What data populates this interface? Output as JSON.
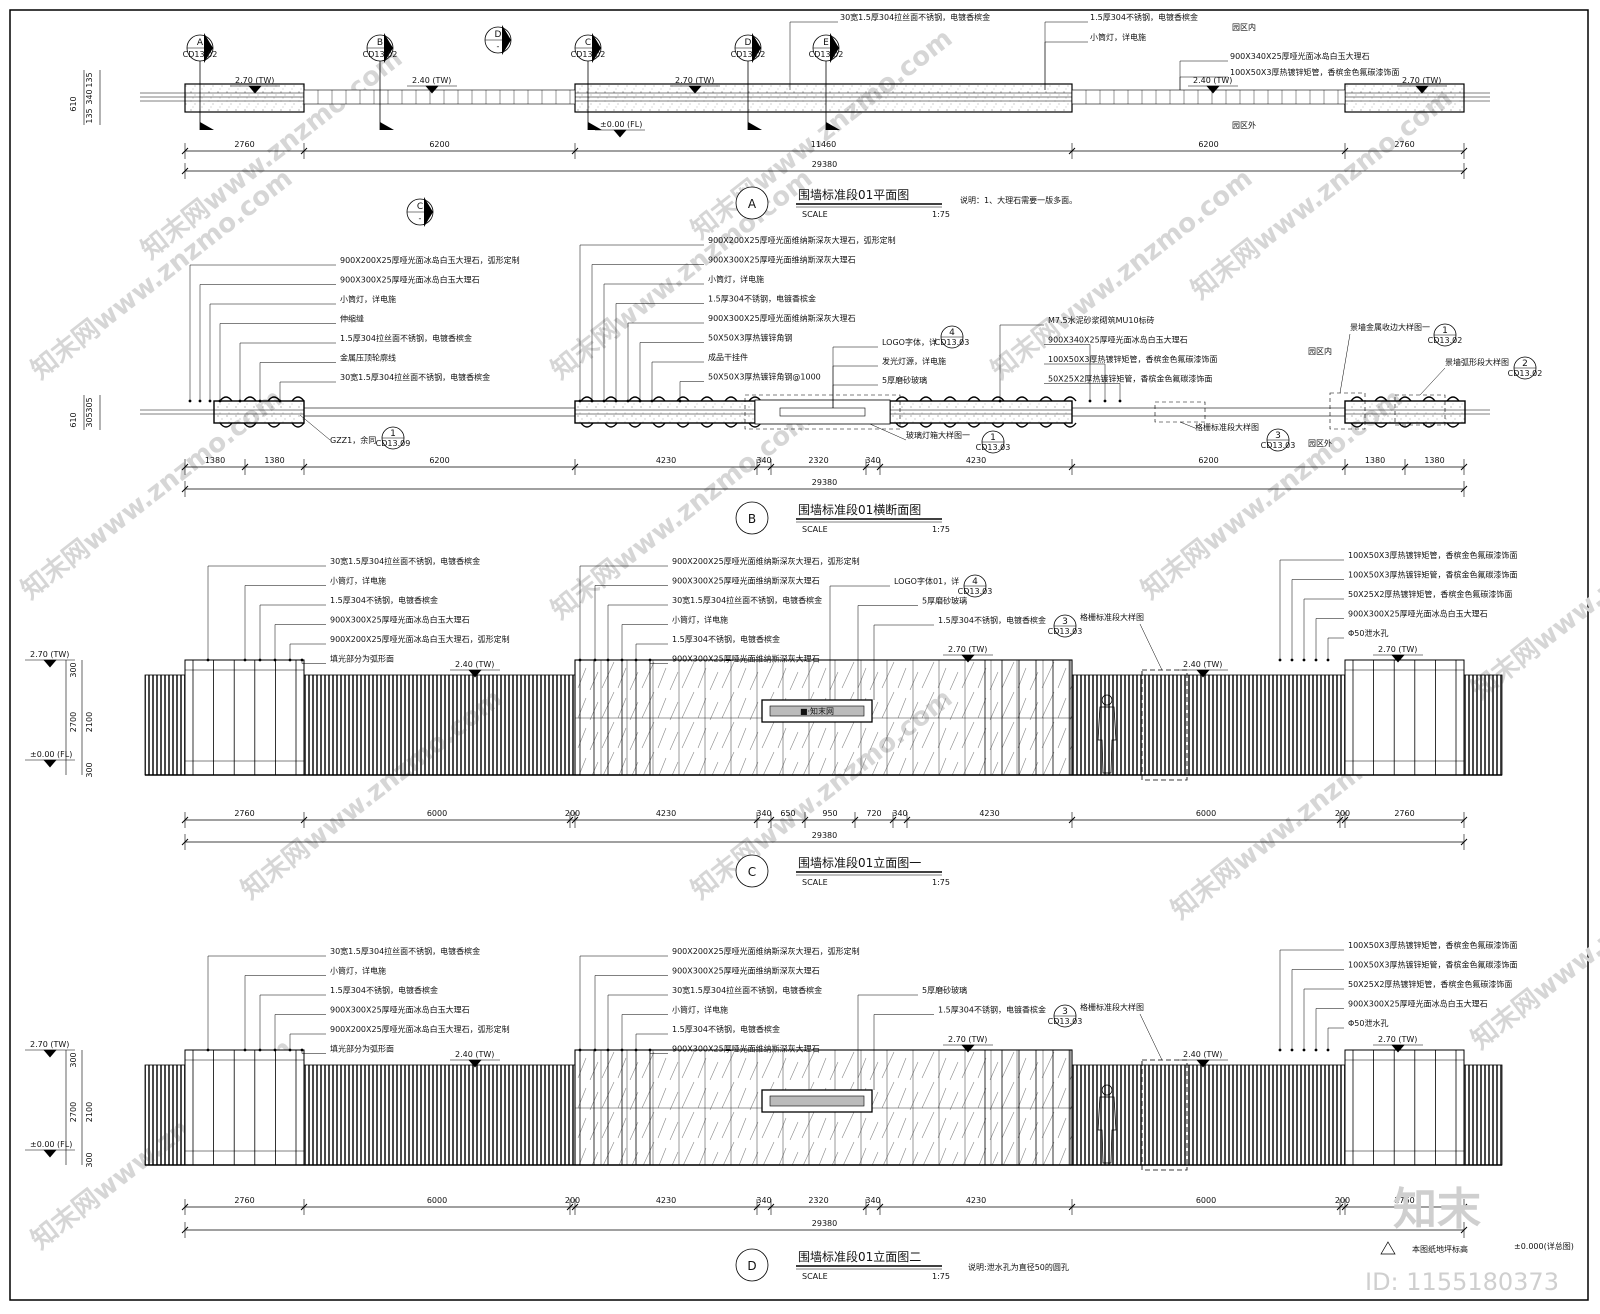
{
  "sheet": {
    "watermark_text": "知末网www.znzmo.com",
    "logo_text": "知末",
    "id_text": "ID: 1155180373",
    "scale_word": "SCALE",
    "scale_value": "1:75",
    "corner_note_1": "本图纸地坪标高",
    "corner_note_2": "±0.000(详总图)"
  },
  "plan_a": {
    "letter": "A",
    "title": "围墙标准段01平面图",
    "note": "说明：1、大理石需要一版多面。",
    "level_labels": [
      "2.70 (TW)",
      "2.40 (TW)",
      "2.70 (TW)",
      "2.40 (TW)",
      "2.70 (TW)"
    ],
    "fl_label": "±0.00 (FL)",
    "left_dims": [
      "610",
      "135",
      "340",
      "135"
    ],
    "seg_dims": [
      "2760",
      "6200",
      "11460",
      "6200",
      "2760"
    ],
    "total_dim": "29380",
    "side_labels": [
      "园区内",
      "园区外"
    ],
    "section_marks": [
      {
        "letter": "A",
        "ref": "CD13.02"
      },
      {
        "letter": "B",
        "ref": "CD13.02"
      },
      {
        "letter": "D",
        "ref": "-"
      },
      {
        "letter": "C",
        "ref": "CD13.02"
      },
      {
        "letter": "D",
        "ref": "CD13.02"
      },
      {
        "letter": "E",
        "ref": "CD13.02"
      }
    ],
    "callouts": [
      "30宽1.5厚304拉丝面不锈钢，电镀香槟金",
      "1.5厚304不锈钢，电镀香槟金",
      "小筒灯，详电施",
      "900X340X25厚哑光面冰岛白玉大理石",
      "100X50X3厚热镀锌矩管，香槟金色氟碳漆饰面"
    ]
  },
  "section_b": {
    "letter": "B",
    "title": "围墙标准段01横断面图",
    "left_dims": [
      "610",
      "305",
      "305"
    ],
    "seg_dims": [
      "1380",
      "1380",
      "6200",
      "4230",
      "340",
      "2320",
      "340",
      "4230",
      "6200",
      "1380",
      "1380"
    ],
    "total_dim": "29380",
    "top_mark": {
      "letter": "C",
      "ref": "-"
    },
    "callouts_left": [
      "900X200X25厚哑光面冰岛白玉大理石，弧形定制",
      "900X300X25厚哑光面冰岛白玉大理石",
      "小筒灯，详电施",
      "伸缩缝",
      "1.5厚304拉丝面不锈钢，电镀香槟金",
      "金属压顶轮廓线",
      "30宽1.5厚304拉丝面不锈钢，电镀香槟金"
    ],
    "callouts_mid": [
      "900X200X25厚哑光面维纳斯深灰大理石，弧形定制",
      "900X300X25厚哑光面维纳斯深灰大理石",
      "小筒灯，详电施",
      "1.5厚304不锈钢，电镀香槟金",
      "900X300X25厚哑光面维纳斯深灰大理石",
      "50X50X3厚热镀锌角钢",
      "成品干挂件",
      "50X50X3厚热镀锌角钢@1000"
    ],
    "callouts_center": [
      "LOGO字体，详",
      "发光灯源，详电施",
      "5厚磨砂玻璃"
    ],
    "callouts_right": [
      "M7.5水泥砂浆砌筑MU10标砖",
      "900X340X25厚哑光面冰岛白玉大理石",
      "100X50X3厚热镀锌矩管，香槟金色氟碳漆饰面",
      "50X25X2厚热镀锌矩管，香槟金色氟碳漆饰面"
    ],
    "ref_logo": {
      "num": "4",
      "ref": "CD13.03"
    },
    "ref_glass": {
      "text": "玻璃灯箱大样图一",
      "num": "1",
      "ref": "CD13.03"
    },
    "ref_col": {
      "text": "GZZ1，余同",
      "num": "1",
      "ref": "CD13.09"
    },
    "ref_grille": {
      "text": "格栅标准段大样图",
      "num": "3",
      "ref": "CD13.03"
    },
    "ref_edge": {
      "text": "景墙金属收边大样图一",
      "num": "1",
      "ref": "CD13.02"
    },
    "ref_arc": {
      "text": "景墙弧形段大样图",
      "num": "2",
      "ref": "CD13.02"
    },
    "side_labels": [
      "园区内",
      "园区外"
    ]
  },
  "elev_c": {
    "letter": "C",
    "title": "围墙标准段01立面图一",
    "levels": [
      "2.70 (TW)",
      "±0.00 (FL)"
    ],
    "inner_levels": [
      "2.40 (TW)",
      "2.70 (TW)",
      "2.40 (TW)",
      "2.70 (TW)"
    ],
    "v_dims": [
      "300",
      "2700",
      "2100",
      "300"
    ],
    "seg_dims": [
      "2760",
      "6000",
      "200",
      "4230",
      "340",
      "650",
      "950",
      "720",
      "340",
      "4230",
      "6000",
      "200",
      "2760"
    ],
    "total_dim": "29380",
    "logo_text": "■·知末网",
    "callouts_left": [
      "30宽1.5厚304拉丝面不锈钢，电镀香槟金",
      "小筒灯，详电施",
      "1.5厚304不锈钢，电镀香槟金",
      "900X300X25厚哑光面冰岛白玉大理石",
      "900X200X25厚哑光面冰岛白玉大理石，弧形定制",
      "填光部分为弧形面"
    ],
    "callouts_mid": [
      "900X200X25厚哑光面维纳斯深灰大理石，弧形定制",
      "900X300X25厚哑光面维纳斯深灰大理石",
      "30宽1.5厚304拉丝面不锈钢，电镀香槟金",
      "小筒灯，详电施",
      "1.5厚304不锈钢，电镀香槟金",
      "900X300X25厚哑光面维纳斯深灰大理石"
    ],
    "callouts_center": [
      "LOGO字体01，详",
      "5厚磨砂玻璃",
      "1.5厚304不锈钢，电镀香槟金"
    ],
    "callouts_right": [
      "100X50X3厚热镀锌矩管，香槟金色氟碳漆饰面",
      "100X50X3厚热镀锌矩管，香槟金色氟碳漆饰面",
      "50X25X2厚热镀锌矩管，香槟金色氟碳漆饰面",
      "900X300X25厚哑光面冰岛白玉大理石",
      "Φ50泄水孔"
    ],
    "ref_logo": {
      "num": "4",
      "ref": "CD13.03"
    },
    "ref_grille": {
      "text": "格栅标准段大样图",
      "num": "3",
      "ref": "CD13.03"
    }
  },
  "elev_d": {
    "letter": "D",
    "title": "围墙标准段01立面图二",
    "note": "说明:泄水孔为直径50的圆孔",
    "levels": [
      "2.70 (TW)",
      "±0.00 (FL)"
    ],
    "inner_levels": [
      "2.40 (TW)",
      "2.70 (TW)",
      "2.40 (TW)",
      "2.70 (TW)"
    ],
    "v_dims": [
      "300",
      "2700",
      "2100",
      "300"
    ],
    "seg_dims": [
      "2760",
      "6000",
      "200",
      "4230",
      "340",
      "2320",
      "340",
      "4230",
      "6000",
      "200",
      "2760"
    ],
    "total_dim": "29380",
    "callouts_left": [
      "30宽1.5厚304拉丝面不锈钢，电镀香槟金",
      "小筒灯，详电施",
      "1.5厚304不锈钢，电镀香槟金",
      "900X300X25厚哑光面冰岛白玉大理石",
      "900X200X25厚哑光面冰岛白玉大理石，弧形定制",
      "填光部分为弧形面"
    ],
    "callouts_mid": [
      "900X200X25厚哑光面维纳斯深灰大理石，弧形定制",
      "900X300X25厚哑光面维纳斯深灰大理石",
      "30宽1.5厚304拉丝面不锈钢，电镀香槟金",
      "小筒灯，详电施",
      "1.5厚304不锈钢，电镀香槟金",
      "900X300X25厚哑光面维纳斯深灰大理石"
    ],
    "callouts_center": [
      "5厚磨砂玻璃",
      "1.5厚304不锈钢，电镀香槟金"
    ],
    "callouts_right": [
      "100X50X3厚热镀锌矩管，香槟金色氟碳漆饰面",
      "100X50X3厚热镀锌矩管，香槟金色氟碳漆饰面",
      "50X25X2厚热镀锌矩管，香槟金色氟碳漆饰面",
      "900X300X25厚哑光面冰岛白玉大理石",
      "Φ50泄水孔"
    ],
    "ref_grille": {
      "text": "格栅标准段大样图",
      "num": "3",
      "ref": "CD13.03"
    }
  }
}
